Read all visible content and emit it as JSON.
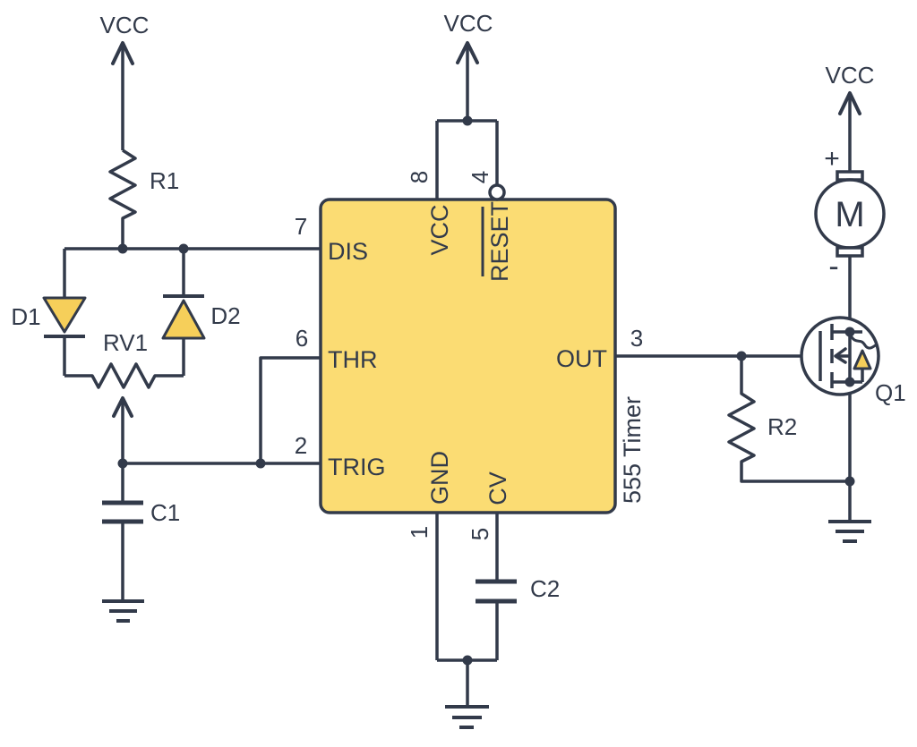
{
  "power": {
    "vcc": "VCC"
  },
  "ic": {
    "label": "555 Timer",
    "pins": {
      "dis": {
        "num": "7",
        "name": "DIS"
      },
      "thr": {
        "num": "6",
        "name": "THR"
      },
      "trig": {
        "num": "2",
        "name": "TRIG"
      },
      "out": {
        "num": "3",
        "name": "OUT"
      },
      "vcc": {
        "num": "8",
        "name": "VCC"
      },
      "reset": {
        "num": "4",
        "name": "RESET"
      },
      "gnd": {
        "num": "1",
        "name": "GND"
      },
      "cv": {
        "num": "5",
        "name": "CV"
      }
    }
  },
  "components": {
    "r1": {
      "label": "R1"
    },
    "r2": {
      "label": "R2"
    },
    "rv1": {
      "label": "RV1"
    },
    "c1": {
      "label": "C1"
    },
    "c2": {
      "label": "C2"
    },
    "d1": {
      "label": "D1"
    },
    "d2": {
      "label": "D2"
    },
    "q1": {
      "label": "Q1"
    },
    "motor": {
      "label": "M",
      "plus": "+",
      "minus": "-"
    }
  },
  "colors": {
    "line": "#323a4a",
    "text": "#323a4a",
    "ic-fill": "#fbdc73",
    "diode-fill": "#f6cf5a",
    "background": "#ffffff"
  }
}
